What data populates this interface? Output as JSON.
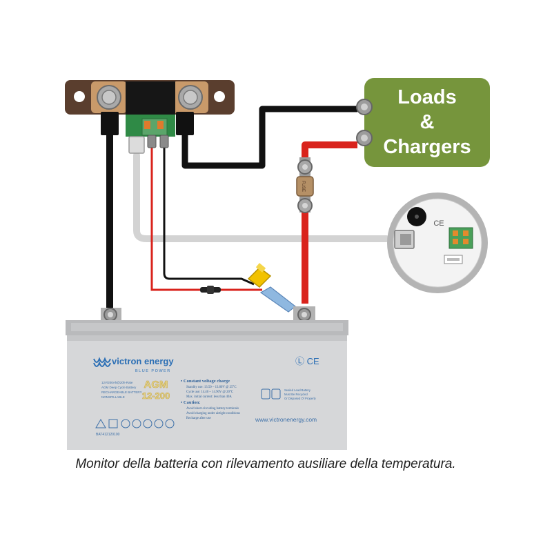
{
  "loads_box": {
    "line1": "Loads",
    "line2": "&",
    "line3": "Chargers"
  },
  "battery": {
    "brand": "victron energy",
    "brand_sub": "BLUE POWER",
    "type": "AGM",
    "model": "12-200",
    "spec_lines": [
      "12V/200Ah@20h-Rate",
      "AGM Deep Cycle Battery",
      "RECHARGEABLE BATTERY",
      "NONSPILLABLE"
    ],
    "charge_title": "• Constant voltage charge",
    "charge_lines": [
      "Standby use: 13.50 ~ 13.80V @ 25°C",
      "Cycle   use: 14.40 ~ 14.90V @ 20°C",
      "Max. initial current: less than 40A"
    ],
    "caution_title": "• Caution:",
    "caution_lines": [
      "Avoid short-circuiting battery terminals",
      "Avoid charging under airtight conditions",
      "Recharge after use"
    ],
    "recycle_lines": [
      "Sealed Lead Battery",
      "Must Be Recycled",
      "Or Disposed Of Properly"
    ],
    "website": "www.victronenergy.com",
    "part_number": "BAT412120100",
    "certs": "Ⓛ CE"
  },
  "fuse_label": "FUSE",
  "monitor_mark": "CE",
  "caption": "Monitor della batteria con rilevamento ausiliare della temperatura.",
  "colors": {
    "loads_green": "#76953c",
    "shunt_brown": "#5a3e2e",
    "wire_black": "#121212",
    "wire_red": "#d9231c",
    "wire_grey": "#d3d3d3",
    "battery_grey": "#d6d7d9",
    "victron_blue": "#2c6fb5"
  }
}
